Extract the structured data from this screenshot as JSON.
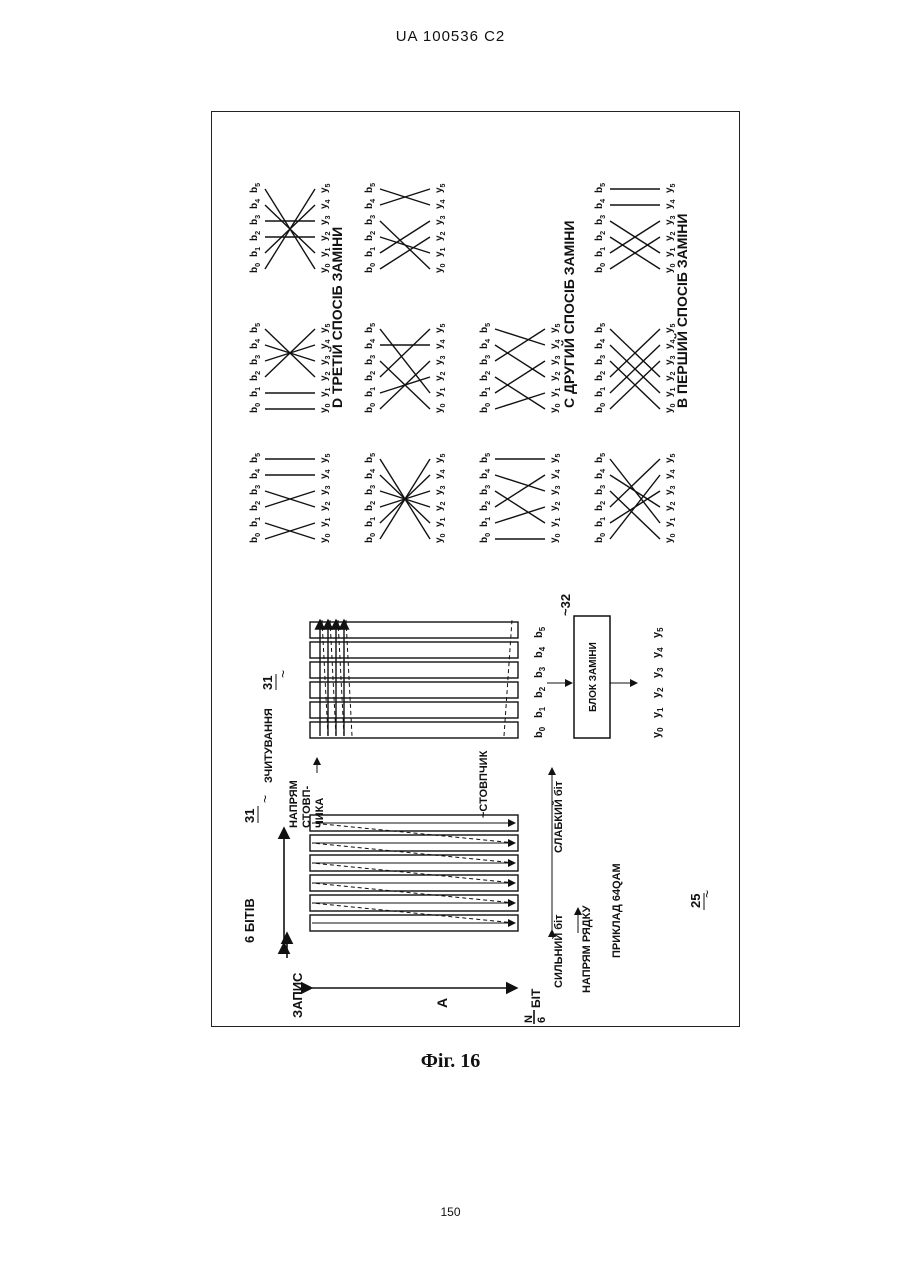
{
  "header": {
    "text": "UA   100536   C2"
  },
  "caption": "Фіг. 16",
  "page_number": "150",
  "diagram": {
    "panel_a_label": "A",
    "write_label": "ЗАПИС",
    "six_bits_label": "6 БІТІВ",
    "n6_num": "N",
    "n6_den": "6",
    "n6_unit": "БІТ",
    "ref_31_left": "31",
    "ref_31_right": "31",
    "ref_25": "25",
    "ref_32": "32",
    "column_dir_label_1": "НАПРЯМ",
    "column_dir_label_2": "СТОВП-",
    "column_dir_label_3": "ЧИКА",
    "column_label": "СТОВПЧИК",
    "read_label": "ЗЧИТУВАННЯ",
    "strong_bit": "СИЛЬНИЙ біт",
    "weak_bit": "СЛАБКИЙ біт",
    "row_dir_label": "НАПРЯМ РЯДКУ",
    "example_label": "ПРИКЛАД   64QAM",
    "block_label": "БЛОК ЗАМІНИ",
    "b_labels": [
      "b0",
      "b1",
      "b2",
      "b3",
      "b4",
      "b5"
    ],
    "y_labels": [
      "y0",
      "y1",
      "y2",
      "y3",
      "y4",
      "y5"
    ],
    "method_b": "B  ПЕРШИЙ СПОСІБ ЗАМІНИ",
    "method_c": "C  ДРУГИЙ СПОСІБ ЗАМІНИ",
    "method_d": "D  ТРЕТІЙ СПОСІБ ЗАМІНИ"
  }
}
